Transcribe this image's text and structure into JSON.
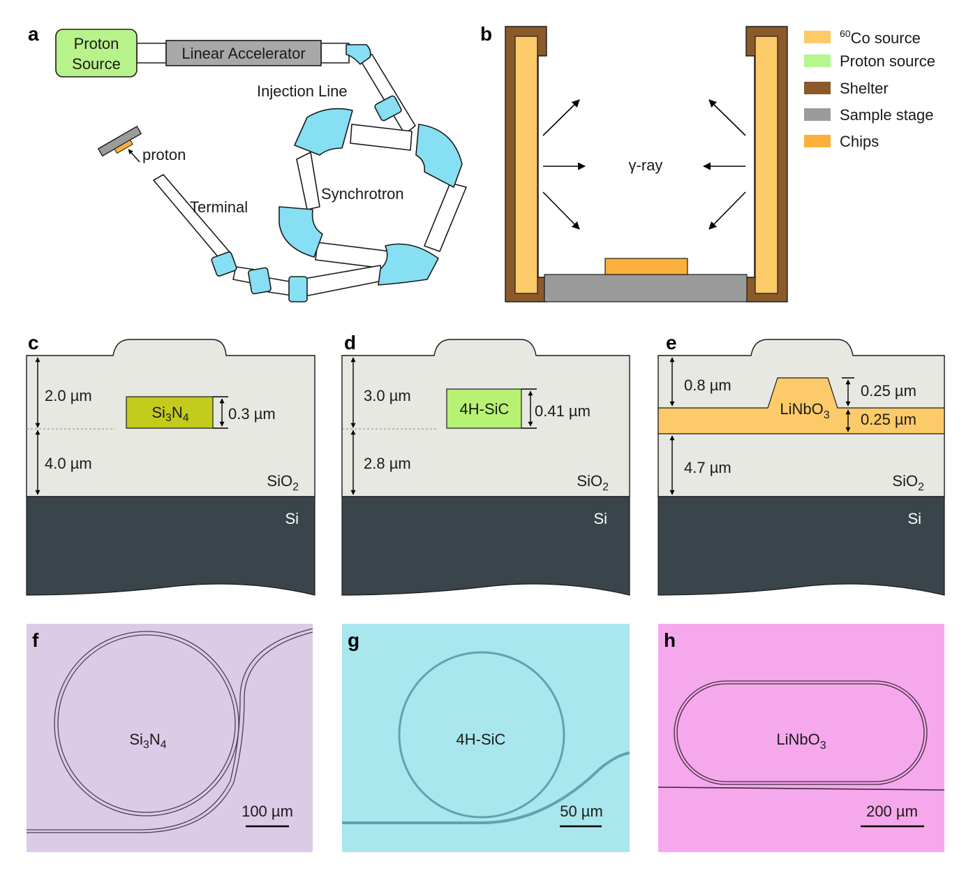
{
  "colors": {
    "proton_box": "#b8f28a",
    "linac": "#a8a8a8",
    "magnet": "#86dff2",
    "co60": "#fdca6a",
    "proton_legend": "#b5f68e",
    "shelter": "#8b5a2b",
    "stage": "#9b9b9b",
    "chips": "#fbb03b",
    "cladding": "#e6e8e1",
    "si": "#3a444b",
    "si3n4_core": "#c3cc1c",
    "sic_core": "#b7f275",
    "lnoi_layer": "#fdca6a",
    "photo_f": "#dccbe6",
    "photo_g": "#a9e6ee",
    "photo_h": "#f6a8ec"
  },
  "panels": {
    "a": {
      "label": "a",
      "proton_source_line1": "Proton",
      "proton_source_line2": "Source",
      "linear_accelerator": "Linear Accelerator",
      "injection_line": "Injection Line",
      "synchrotron": "Synchrotron",
      "terminal": "Terminal",
      "proton": "proton"
    },
    "b": {
      "label": "b",
      "gamma_ray": "γ-ray",
      "legend": [
        {
          "sup": "60",
          "text": "Co source",
          "color_key": "co60"
        },
        {
          "sup": "",
          "text": "Proton source",
          "color_key": "proton_legend"
        },
        {
          "sup": "",
          "text": "Shelter",
          "color_key": "shelter"
        },
        {
          "sup": "",
          "text": "Sample stage",
          "color_key": "stage"
        },
        {
          "sup": "",
          "text": "Chips",
          "color_key": "chips"
        }
      ]
    },
    "c": {
      "label": "c",
      "core_main": "Si",
      "core_sub1": "3",
      "core_mid": "N",
      "core_sub2": "4",
      "top_thickness": "2.0 µm",
      "bottom_thickness": "4.0 µm",
      "core_thickness": "0.3 µm",
      "cladding_main": "SiO",
      "cladding_sub": "2",
      "substrate": "Si"
    },
    "d": {
      "label": "d",
      "core": "4H-SiC",
      "top_thickness": "3.0 µm",
      "bottom_thickness": "2.8 µm",
      "core_thickness": "0.41 µm",
      "cladding_main": "SiO",
      "cladding_sub": "2",
      "substrate": "Si"
    },
    "e": {
      "label": "e",
      "core_main": "LiNbO",
      "core_sub": "3",
      "top_thickness": "0.8 µm",
      "bottom_thickness": "4.7 µm",
      "rib_height": "0.25 µm",
      "slab_thickness": "0.25 µm",
      "cladding_main": "SiO",
      "cladding_sub": "2",
      "substrate": "Si"
    },
    "f": {
      "label": "f",
      "device_main": "Si",
      "device_sub1": "3",
      "device_mid": "N",
      "device_sub2": "4",
      "scale": "100 µm"
    },
    "g": {
      "label": "g",
      "device": "4H-SiC",
      "scale": "50 µm"
    },
    "h": {
      "label": "h",
      "device_main": "LiNbO",
      "device_sub": "3",
      "scale": "200 µm"
    }
  }
}
